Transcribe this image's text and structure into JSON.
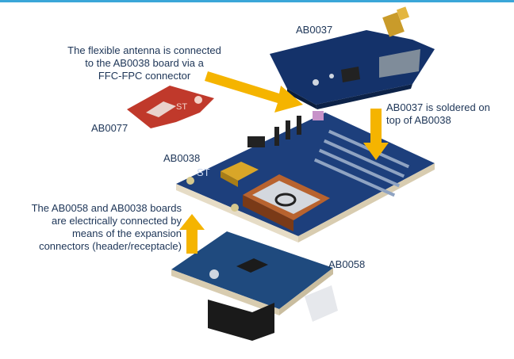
{
  "labels": {
    "ab0037": "AB0037",
    "ab0077": "AB0077",
    "ab0038": "AB0038",
    "ab0058": "AB0058"
  },
  "notes": {
    "antenna": [
      "The flexible antenna is connected",
      "to the AB0038 board via a",
      "FFC-FPC connector"
    ],
    "soldered": [
      "AB0037 is soldered on",
      "top of AB0038"
    ],
    "expansion": [
      "The AB0058 and AB0038 boards",
      "are electrically connected by",
      "means of the expansion",
      "connectors (header/receptacle)"
    ]
  },
  "colors": {
    "arrow": "#f5b400",
    "board_blue": "#1f3f7a",
    "antenna_red": "#c0392b",
    "accent_line": "#3aa6d8"
  },
  "logo_text": "ST"
}
